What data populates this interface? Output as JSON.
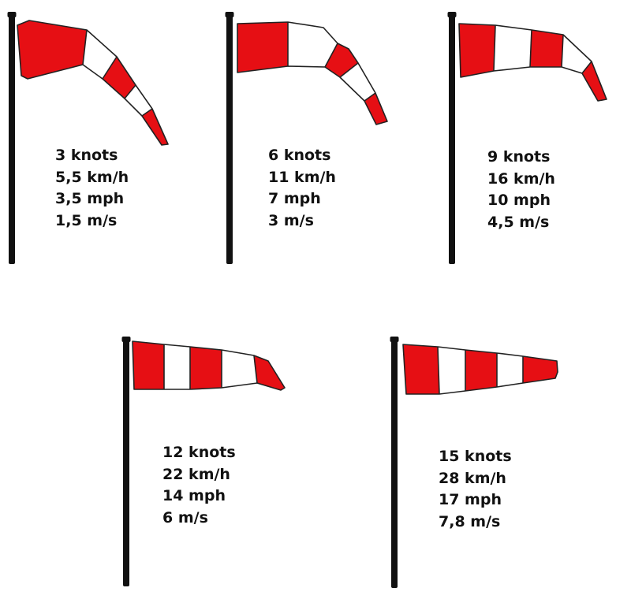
{
  "colors": {
    "red": "#e60f14",
    "white": "#ffffff",
    "pole": "#111111"
  },
  "windsocks": [
    {
      "lines": [
        "3 knots",
        "5,5 km/h",
        "3,5 mph",
        "1,5 m/s"
      ]
    },
    {
      "lines": [
        "6 knots",
        "11 km/h",
        "7 mph",
        "3 m/s"
      ]
    },
    {
      "lines": [
        "9 knots",
        "16 km/h",
        "10 mph",
        "4,5 m/s"
      ]
    },
    {
      "lines": [
        "12 knots",
        "22 km/h",
        "14 mph",
        "6 m/s"
      ]
    },
    {
      "lines": [
        "15 knots",
        "28 km/h",
        "17 mph",
        "7,8 m/s"
      ]
    }
  ]
}
